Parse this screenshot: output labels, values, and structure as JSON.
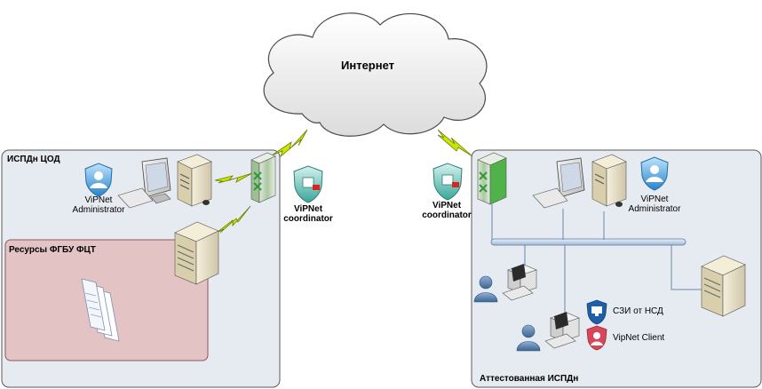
{
  "internet_label": "Интернет",
  "left_zone": {
    "title": "ИСПДн ЦОД",
    "subzone_title": "Ресурсы ФГБУ ФЦТ",
    "admin_label_1": "ViPNet",
    "admin_label_2": "Administrator",
    "coordinator_label_1": "ViPNet",
    "coordinator_label_2": "coordinator"
  },
  "right_zone": {
    "title": "Аттестованная ИСПДн",
    "admin_label_1": "ViPNet",
    "admin_label_2": "Administrator",
    "coordinator_label_1": "ViPNet",
    "coordinator_label_2": "coordinator",
    "legend_sz": "СЗИ от НСД",
    "legend_client": "VipNet Client"
  },
  "colors": {
    "zone_fill": "#e6ebf2",
    "zone_border": "#5a5a5a",
    "subzone_fill": "#e3c3c3",
    "subzone_border": "#8a5a5a",
    "cloud_fill": "#f0f0f0",
    "bus_fill": "#c9d9ec",
    "lightning": "#c8e600",
    "coordinator_green": "#2f9a3a",
    "user_blue": "#4f78a8"
  }
}
